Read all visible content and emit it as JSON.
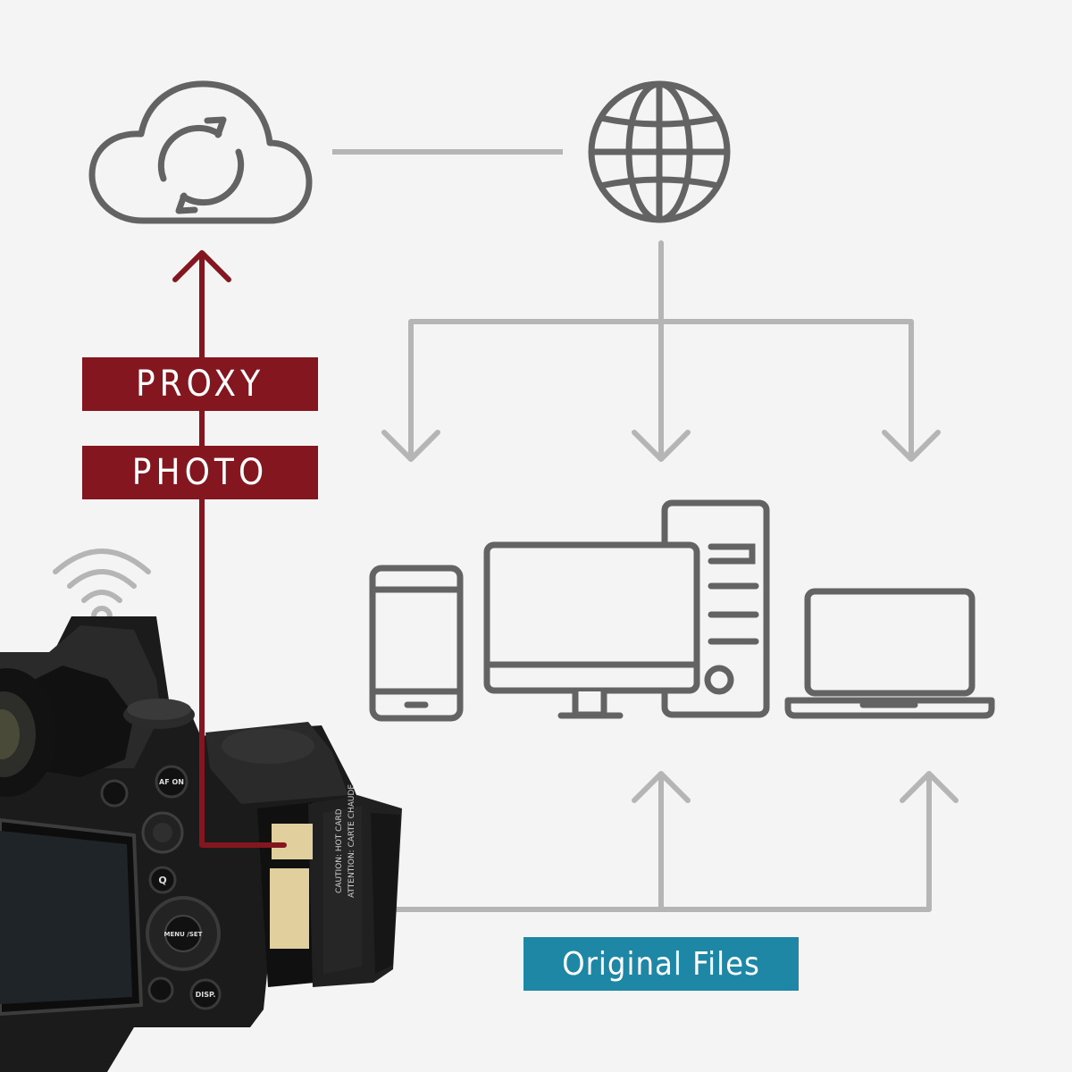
{
  "labels": {
    "proxy": "PROXY",
    "photo": "PHOTO",
    "original_files": "Original Files"
  },
  "camera_text": {
    "afon": "AF ON",
    "q": "Q",
    "menu_set": "MENU /SET",
    "disp": "DISP.",
    "card_warning_1": "CAUTION: HOT CARD",
    "card_warning_2": "ATTENTION: CARTE CHAUDE"
  },
  "colors": {
    "background": "#f4f4f4",
    "accent_red": "#84161f",
    "accent_teal": "#1e87a6",
    "icon_dark": "#636363",
    "line_gray": "#b5b5b5",
    "camera_body": "#1b1b1b",
    "card": "#e2cf9e"
  },
  "icons": {
    "cloud": "cloud-sync-icon",
    "globe": "globe-icon",
    "wifi": "wifi-icon",
    "phone": "smartphone-icon",
    "monitor": "desktop-monitor-icon",
    "tower": "pc-tower-icon",
    "laptop": "laptop-icon"
  }
}
